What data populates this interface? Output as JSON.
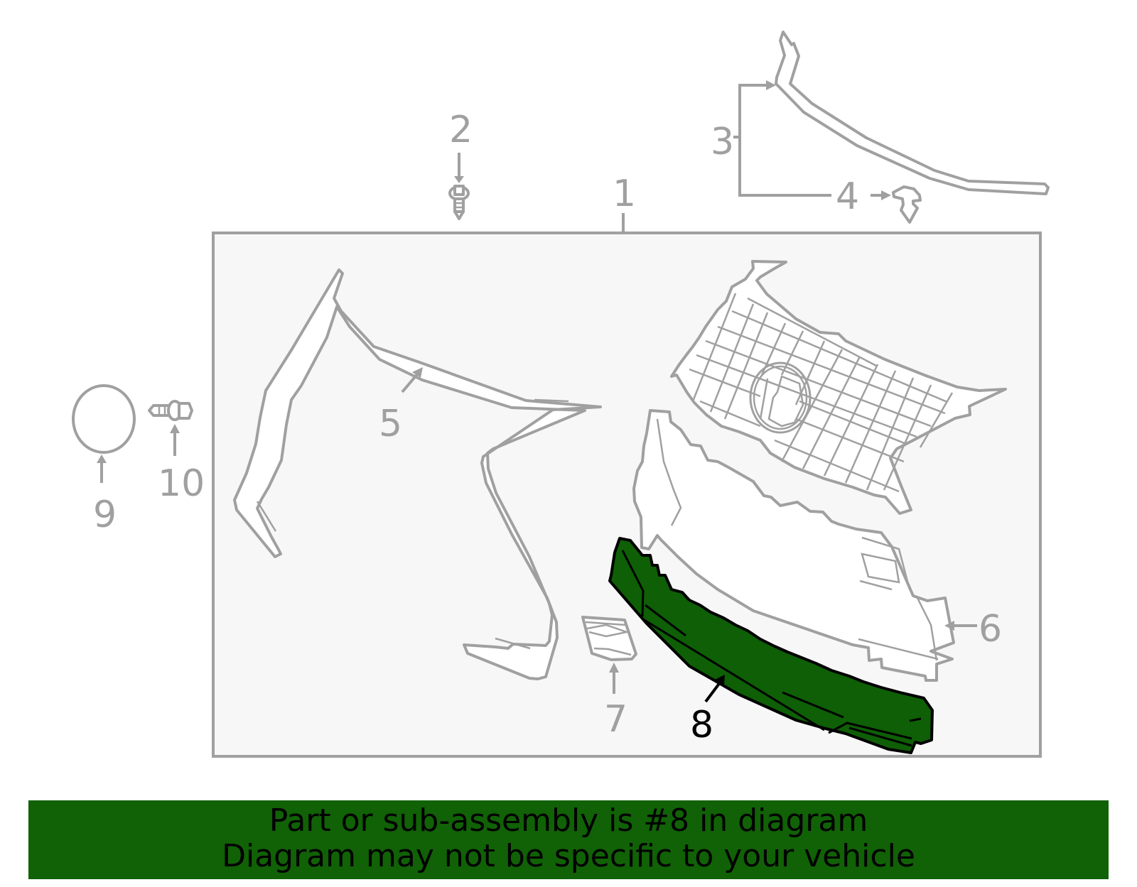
{
  "diagram": {
    "assembly_box": {
      "fill": "#f7f7f7",
      "stroke": "#a0a0a0"
    },
    "callouts": [
      {
        "id": "1",
        "label": "1",
        "part": "grille-assembly-box"
      },
      {
        "id": "2",
        "label": "2",
        "part": "screw"
      },
      {
        "id": "3",
        "label": "3",
        "part": "upper-molding"
      },
      {
        "id": "4",
        "label": "4",
        "part": "clip"
      },
      {
        "id": "5",
        "label": "5",
        "part": "grille-frame-molding"
      },
      {
        "id": "6",
        "label": "6",
        "part": "grille-base"
      },
      {
        "id": "7",
        "label": "7",
        "part": "emblem-bracket"
      },
      {
        "id": "8",
        "label": "8",
        "part": "lower-molding",
        "highlighted": true
      },
      {
        "id": "9",
        "label": "9",
        "part": "seal-ring"
      },
      {
        "id": "10",
        "label": "10",
        "part": "bolt"
      }
    ],
    "highlight_color": "#0e5f06",
    "line_color": "#a0a0a0"
  },
  "banner": {
    "line1": "Part or sub-assembly is #8 in diagram",
    "line2": "Diagram may not be specific to your vehicle",
    "background": "#116106"
  }
}
